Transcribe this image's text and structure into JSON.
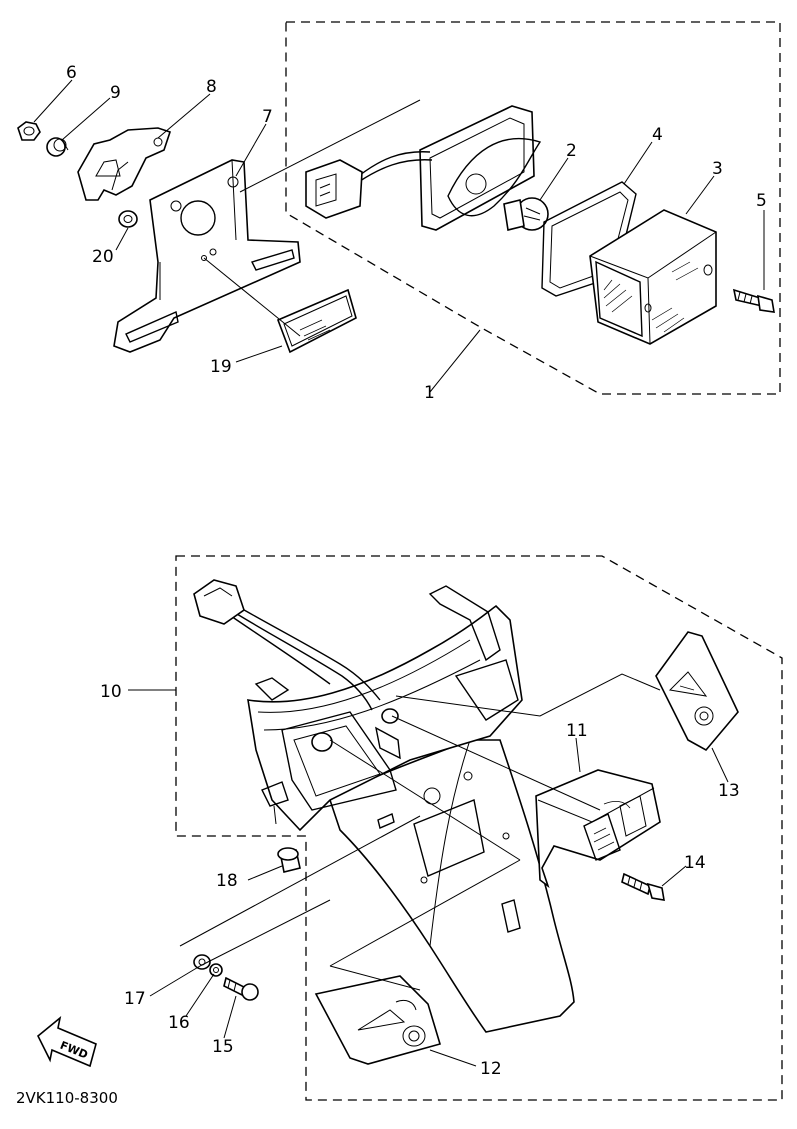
{
  "labels": {
    "p1": "1",
    "p2": "2",
    "p3": "3",
    "p4": "4",
    "p5": "5",
    "p6": "6",
    "p7": "7",
    "p8": "8",
    "p9": "9",
    "p10": "10",
    "p11": "11",
    "p12": "12",
    "p13": "13",
    "p14": "14",
    "p15": "15",
    "p16": "16",
    "p17": "17",
    "p18": "18",
    "p19": "19",
    "p20": "20"
  },
  "fwd_arrow_text": "FWD",
  "diagram_code": "2VK110-8300"
}
